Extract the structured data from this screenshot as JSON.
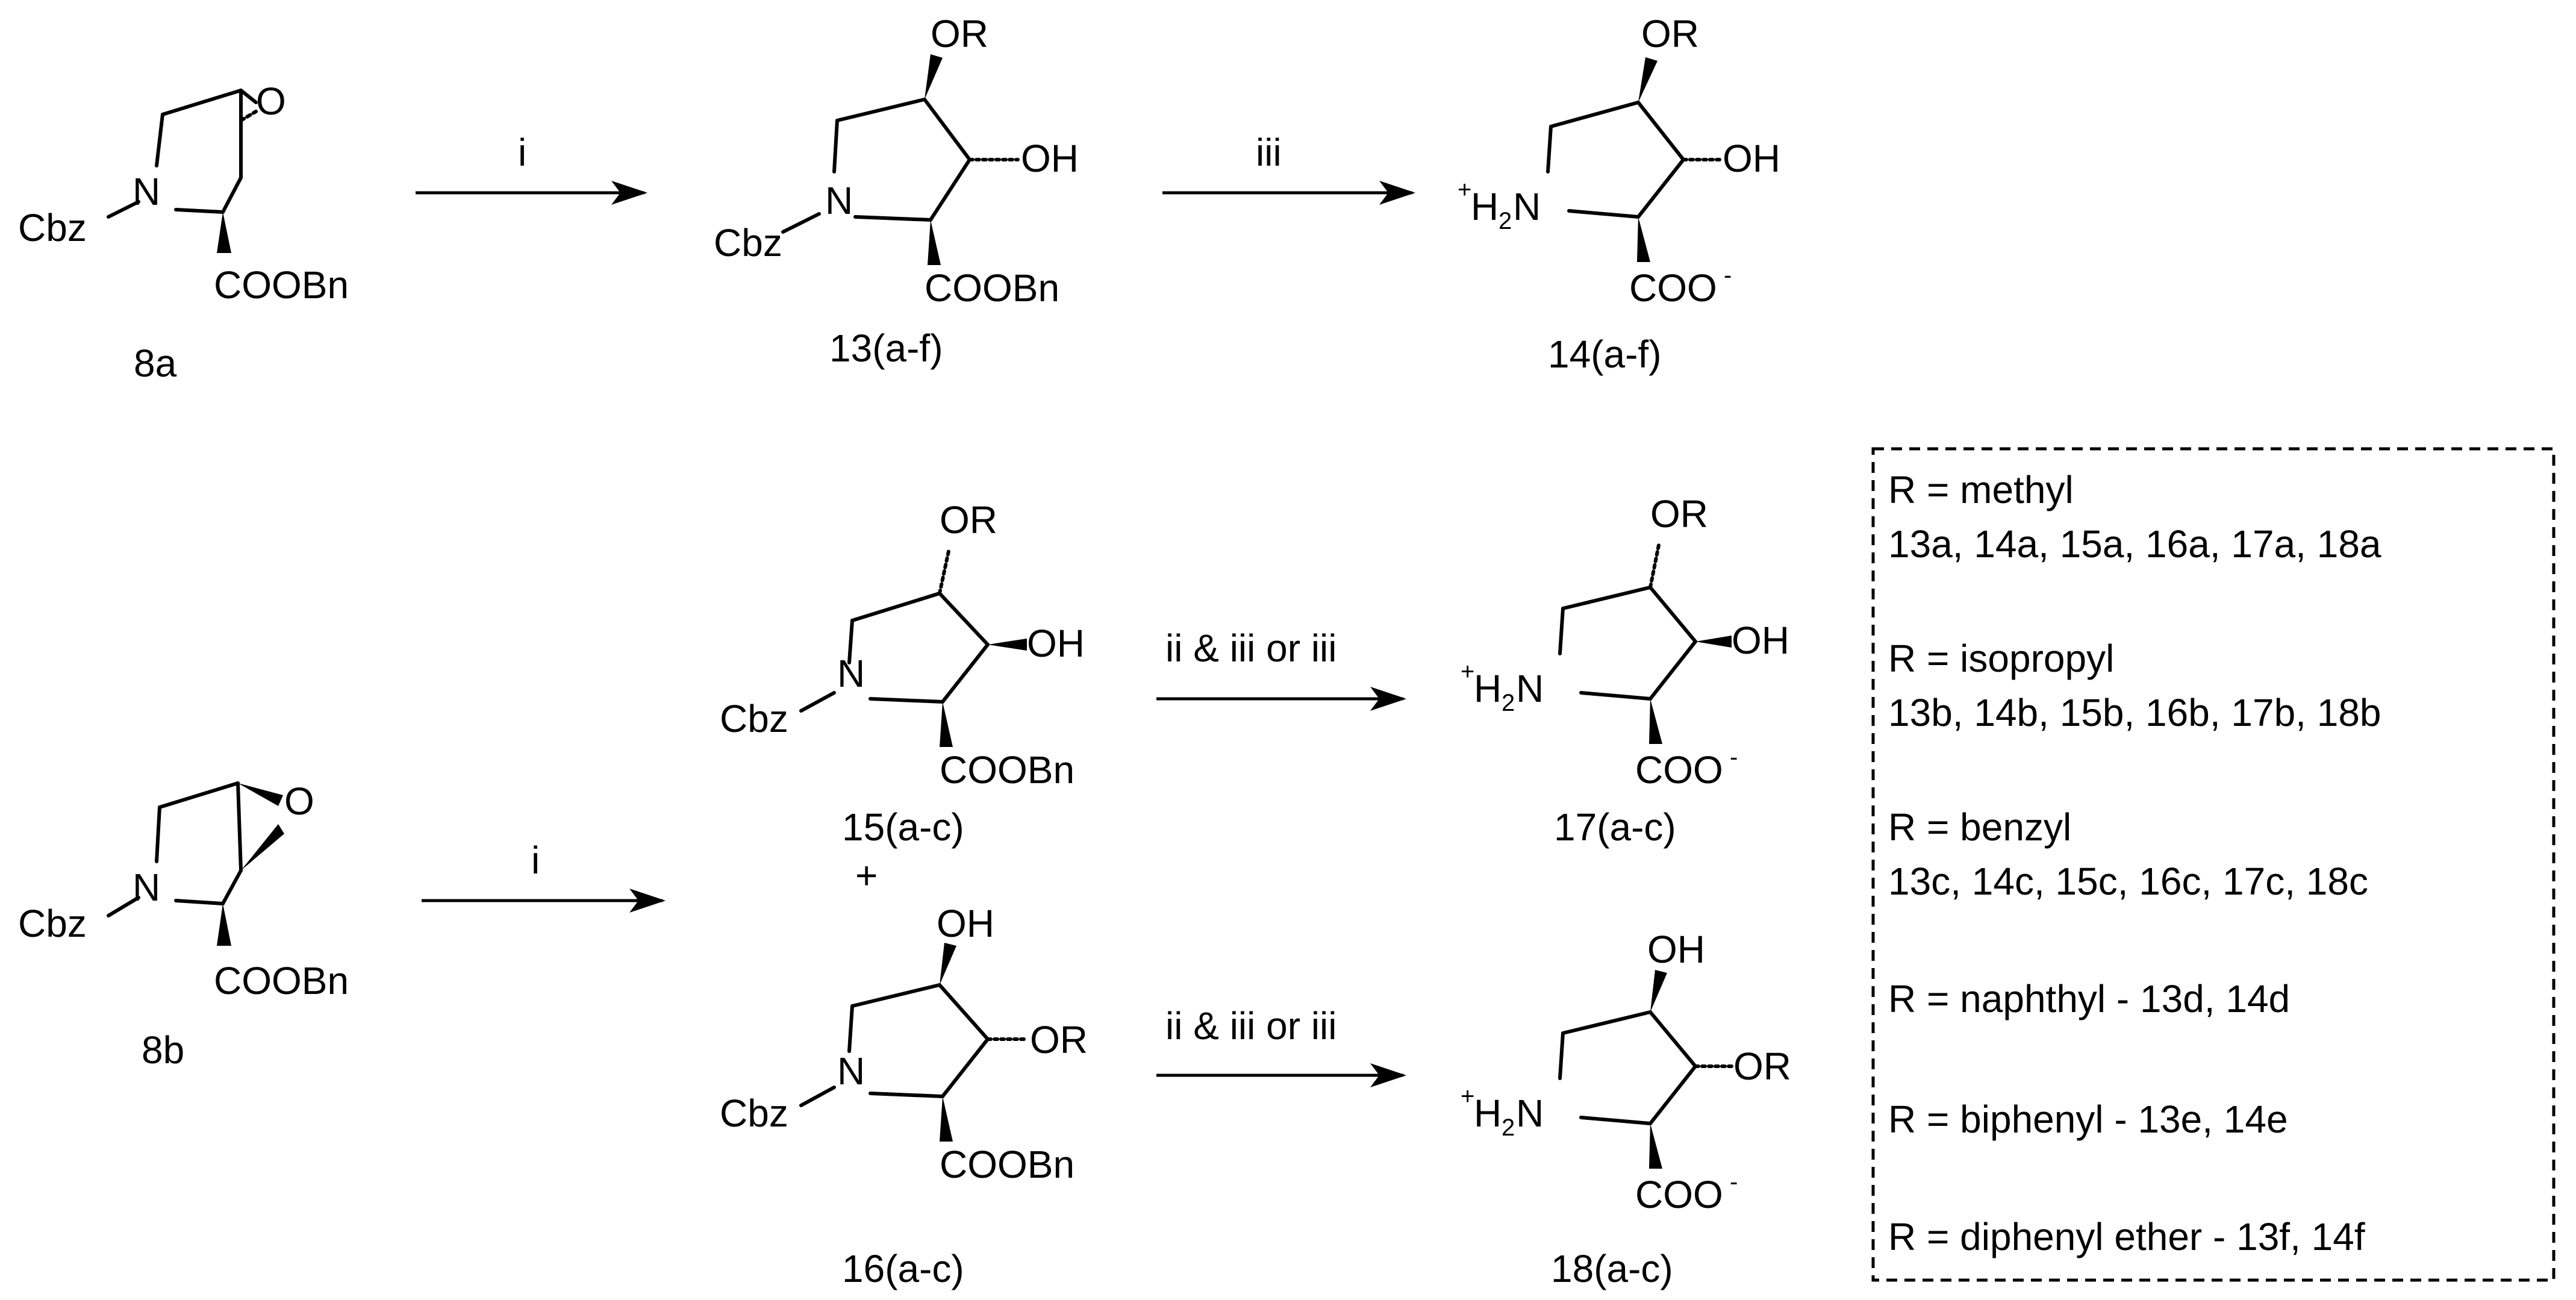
{
  "compounds": {
    "c8a": {
      "id": "8a",
      "cbz": "Cbz",
      "n": "N",
      "o": "O",
      "ester": "COOBn"
    },
    "c8b": {
      "id": "8b",
      "cbz": "Cbz",
      "n": "N",
      "o": "O",
      "ester": "COOBn"
    },
    "c13": {
      "id": "13(a-f)",
      "top": "OR",
      "side": "OH",
      "cbz": "Cbz",
      "n": "N",
      "ester": "COOBn"
    },
    "c14": {
      "id": "14(a-f)",
      "top": "OR",
      "side": "OH",
      "plus": "+",
      "nh": "H",
      "sub2": "2",
      "n": "N",
      "acid": "COO",
      "minus": "-"
    },
    "c15": {
      "id": "15(a-c)",
      "top": "OR",
      "side": "OH",
      "cbz": "Cbz",
      "n": "N",
      "ester": "COOBn"
    },
    "c16": {
      "id": "16(a-c)",
      "top": "OH",
      "side": "OR",
      "cbz": "Cbz",
      "n": "N",
      "ester": "COOBn"
    },
    "c17": {
      "id": "17(a-c)",
      "top": "OR",
      "side": "OH",
      "plus": "+",
      "nh": "H",
      "sub2": "2",
      "n": "N",
      "acid": "COO",
      "minus": "-"
    },
    "c18": {
      "id": "18(a-c)",
      "top": "OH",
      "side": "OR",
      "plus": "+",
      "nh": "H",
      "sub2": "2",
      "n": "N",
      "acid": "COO",
      "minus": "-"
    }
  },
  "plus_sign": "+",
  "arrows": {
    "a1": "i",
    "a2": "iii",
    "a3": "i",
    "a4": "ii & iii or iii",
    "a5": "ii & iii or iii"
  },
  "legend": {
    "methyl": "R = methyl",
    "methyl_ids": "13a, 14a, 15a, 16a, 17a, 18a",
    "isopropyl": "R = isopropyl",
    "isopropyl_ids": "13b, 14b, 15b, 16b, 17b, 18b",
    "benzyl": "R = benzyl",
    "benzyl_ids": "13c, 14c, 15c, 16c, 17c, 18c",
    "naphthyl": "R = naphthyl - 13d, 14d",
    "biphenyl": "R = biphenyl - 13e, 14e",
    "diphenyl_ether": "R = diphenyl ether - 13f, 14f"
  }
}
